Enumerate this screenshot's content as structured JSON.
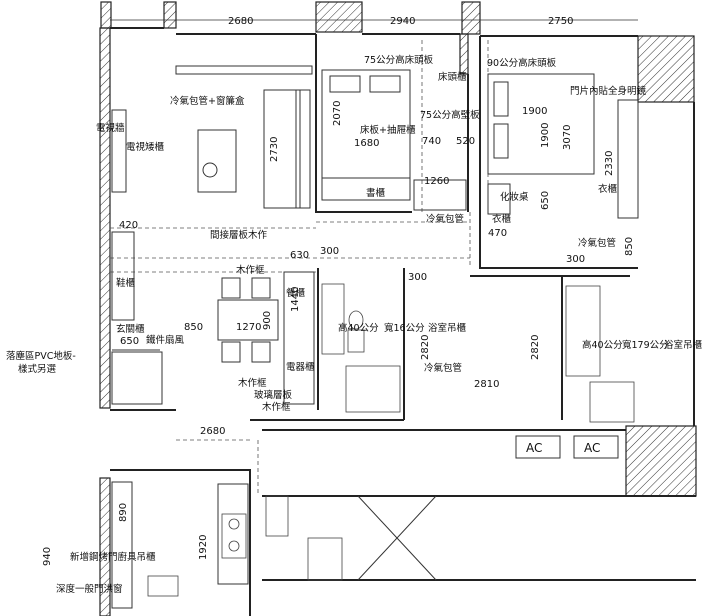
{
  "dimensions": {
    "top_1": "2680",
    "top_2": "2940",
    "top_3": "2750",
    "bed1_w": "1680",
    "bed1_h": "2070",
    "living_h": "2730",
    "d740": "740",
    "d520": "520",
    "d1260": "1260",
    "d1900a": "1900",
    "d1900b": "1900",
    "d3070": "3070",
    "d2330": "2330",
    "d650": "650",
    "d470": "470",
    "d420": "420",
    "d630": "630",
    "d300a": "300",
    "d300b": "300",
    "d300c": "300",
    "d850a": "850",
    "d850b": "850",
    "d1270": "1270",
    "d900": "900",
    "d1440": "1440",
    "d2820a": "2820",
    "d2820b": "2820",
    "d2810": "2810",
    "d650b": "650",
    "d2680b": "2680",
    "d890": "890",
    "d1920": "1920",
    "d940": "940"
  },
  "labels": {
    "l01": "75公分高床頭板",
    "l02": "90公分高床頭板",
    "l03": "床頭櫃",
    "l04": "冷氣包管+窗簾盒",
    "l05": "門片內貼全身明鏡",
    "l06": "75公分高壁板",
    "l07": "床板+抽屜櫃",
    "l08": "電視牆",
    "l09": "電視矮櫃",
    "l10": "衣櫃",
    "l11": "化妝桌",
    "l12": "衣櫃",
    "l13": "書櫃",
    "l14": "冷氣包管",
    "l15": "間接層板木作",
    "l16": "冷氣包管",
    "l17": "木作框",
    "l18": "鞋櫃",
    "l19": "餐櫃",
    "l20": "玄關櫃",
    "l21": "鐵件扇風",
    "l22": "高40公分",
    "l23": "寬16公分",
    "l24": "浴室吊櫃",
    "l25": "高40公分",
    "l26": "寬179公分",
    "l27": "浴室吊櫃",
    "l28": "落塵區PVC地板-",
    "l29": "樣式另選",
    "l30": "電器櫃",
    "l31": "冷氣包管",
    "l32": "木作框",
    "l33": "玻璃層板",
    "l34": "木作框",
    "l35": "新增鋼烤門廚具吊櫃",
    "l36": "深度一般門洪窗",
    "ac1": "AC",
    "ac2": "AC"
  }
}
